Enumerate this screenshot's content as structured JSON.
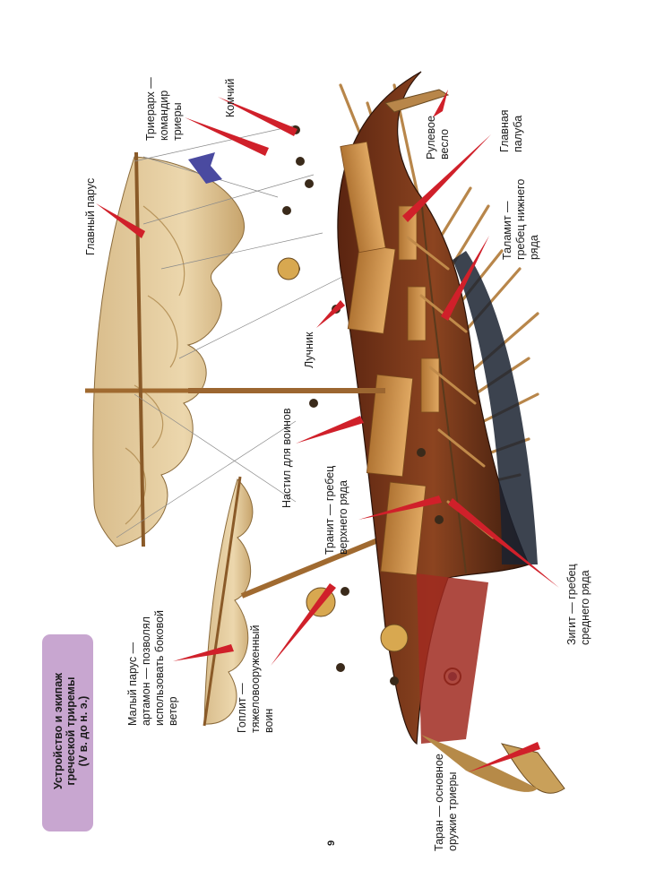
{
  "title": {
    "line1": "Устройство и экипаж",
    "line2": "греческой триремы",
    "line3": "(V в. до н. э.)"
  },
  "labels": {
    "main_sail": "Главный парус",
    "trierarch": [
      "Триерарх —",
      "командир",
      "триеры"
    ],
    "helmsman": "Комчий",
    "steering_oar": [
      "Рулевое",
      "весло"
    ],
    "main_deck": [
      "Главная",
      "палуба"
    ],
    "thalamite": [
      "Таламит —",
      "гребец нижнего",
      "ряда"
    ],
    "archer": "Лучник",
    "warriors_deck": "Настил для воинов",
    "thranite": [
      "Транит — гребец",
      "верхнего ряда"
    ],
    "zygite": [
      "Зигит — гребец",
      "среднего ряда"
    ],
    "small_sail": [
      "Малый парус —",
      "артамон — позволял",
      "использовать боковой",
      "ветер"
    ],
    "hoplite": [
      "Гоплит —",
      "тяжеловооруженный",
      "воин"
    ],
    "ram": [
      "Таран — основное",
      "оружие триеры"
    ]
  },
  "page_number": "9",
  "colors": {
    "title_box": "#c8a6d0",
    "pointer": "#d0202a",
    "hull": "#7a3a1c",
    "wood": "#c98f4a",
    "sail": "#e6cfa3"
  }
}
